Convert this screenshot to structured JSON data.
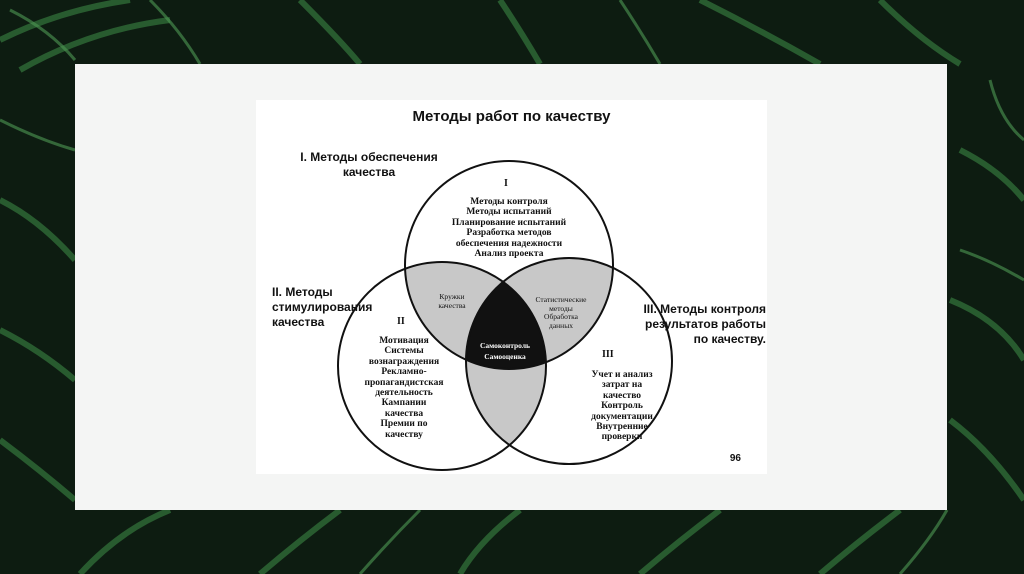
{
  "title": "Методы работ по качеству",
  "groups": {
    "g1": [
      "I. Методы обеспечения",
      "качества"
    ],
    "g2": [
      "II. Методы",
      "стимулирования",
      "качества"
    ],
    "g3": [
      "III. Методы контроля",
      "результатов работы",
      "по качеству."
    ]
  },
  "sets": {
    "I": {
      "numeral": "I",
      "items": "Методы контроля\nМетоды испытаний\nПланирование испытаний\nРазработка методов\nобеспечения надежности\nАнализ проекта"
    },
    "II": {
      "numeral": "II",
      "items": "Мотивация\nСистемы\nвознаграждения\nРекламно-\nпропагандистская\nдеятельность\nКампании\nкачества\nПремии по\nкачеству"
    },
    "III": {
      "numeral": "III",
      "items": "Учет и анализ\nзатрат на\nкачество\nКонтроль\nдокументации\nВнутренние\nпроверки"
    }
  },
  "intersections": {
    "I_II": "Кружки\nкачества",
    "I_III": "Статистические\nметоды\nОбработка\nданных",
    "center": "Самоконтроль\nСамооценка"
  },
  "page_number": "96",
  "colors": {
    "intersection_fill": "#c8c8c8",
    "center_fill": "#111111",
    "slide_bg": "#f4f5f4"
  }
}
